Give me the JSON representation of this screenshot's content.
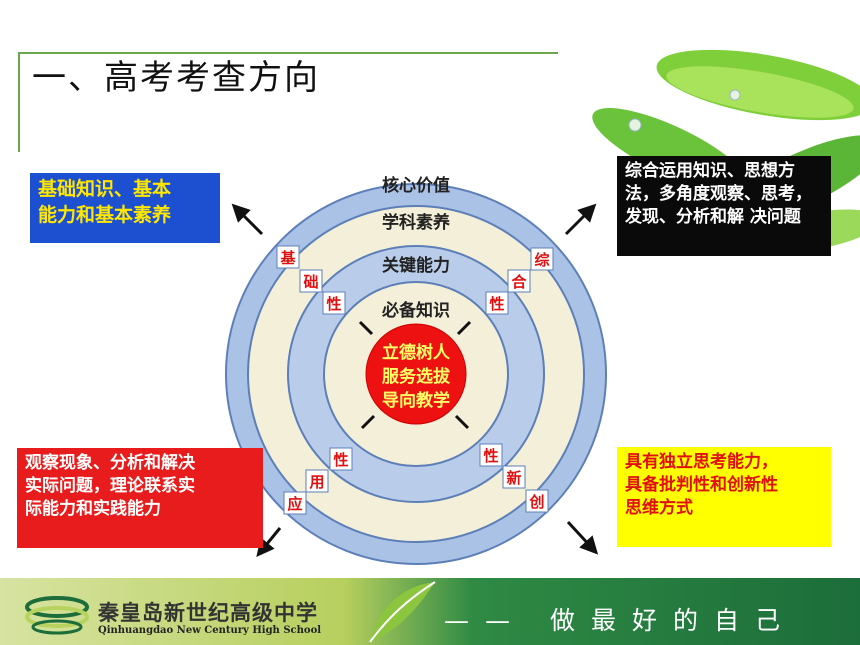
{
  "title": "一、高考考查方向",
  "rings": {
    "outer": "核心价值",
    "second": "学科素养",
    "third": "关键能力",
    "inner": "必备知识"
  },
  "center": [
    "立德树人",
    "服务选拔",
    "导向教学"
  ],
  "ring_chars": {
    "jichuxing": [
      "基",
      "础",
      "性"
    ],
    "zonghexing": [
      "综",
      "合",
      "性"
    ],
    "yingyongxing": [
      "应",
      "用",
      "性"
    ],
    "chuangxinxing": [
      "创",
      "新",
      "性"
    ]
  },
  "boxes": {
    "top_left": [
      "基础知识、基本",
      "能力和基本素养"
    ],
    "top_right": [
      "综合运用知识、思想方",
      "法，多角度观察、思考，",
      "发现、分析和解 决问题"
    ],
    "bottom_left": [
      "观察现象、分析和解决",
      "实际问题，理论联系实",
      "际能力和实践能力"
    ],
    "bottom_right": [
      "具有独立思考能力，",
      "具备批判性和创新性",
      "思维方式"
    ]
  },
  "footer": {
    "school_cn": "秦皇岛新世纪高级中学",
    "school_en": "Qinhuangdao New Century High School",
    "motto": "—— 做最好的自己"
  },
  "colors": {
    "frame_line": "#6aa84f",
    "ring_outer": "#aac2e6",
    "ring_second": "#f3efd9",
    "ring_third": "#b9cdeb",
    "ring_inner": "#f3efd9",
    "center": "#ee1111"
  }
}
